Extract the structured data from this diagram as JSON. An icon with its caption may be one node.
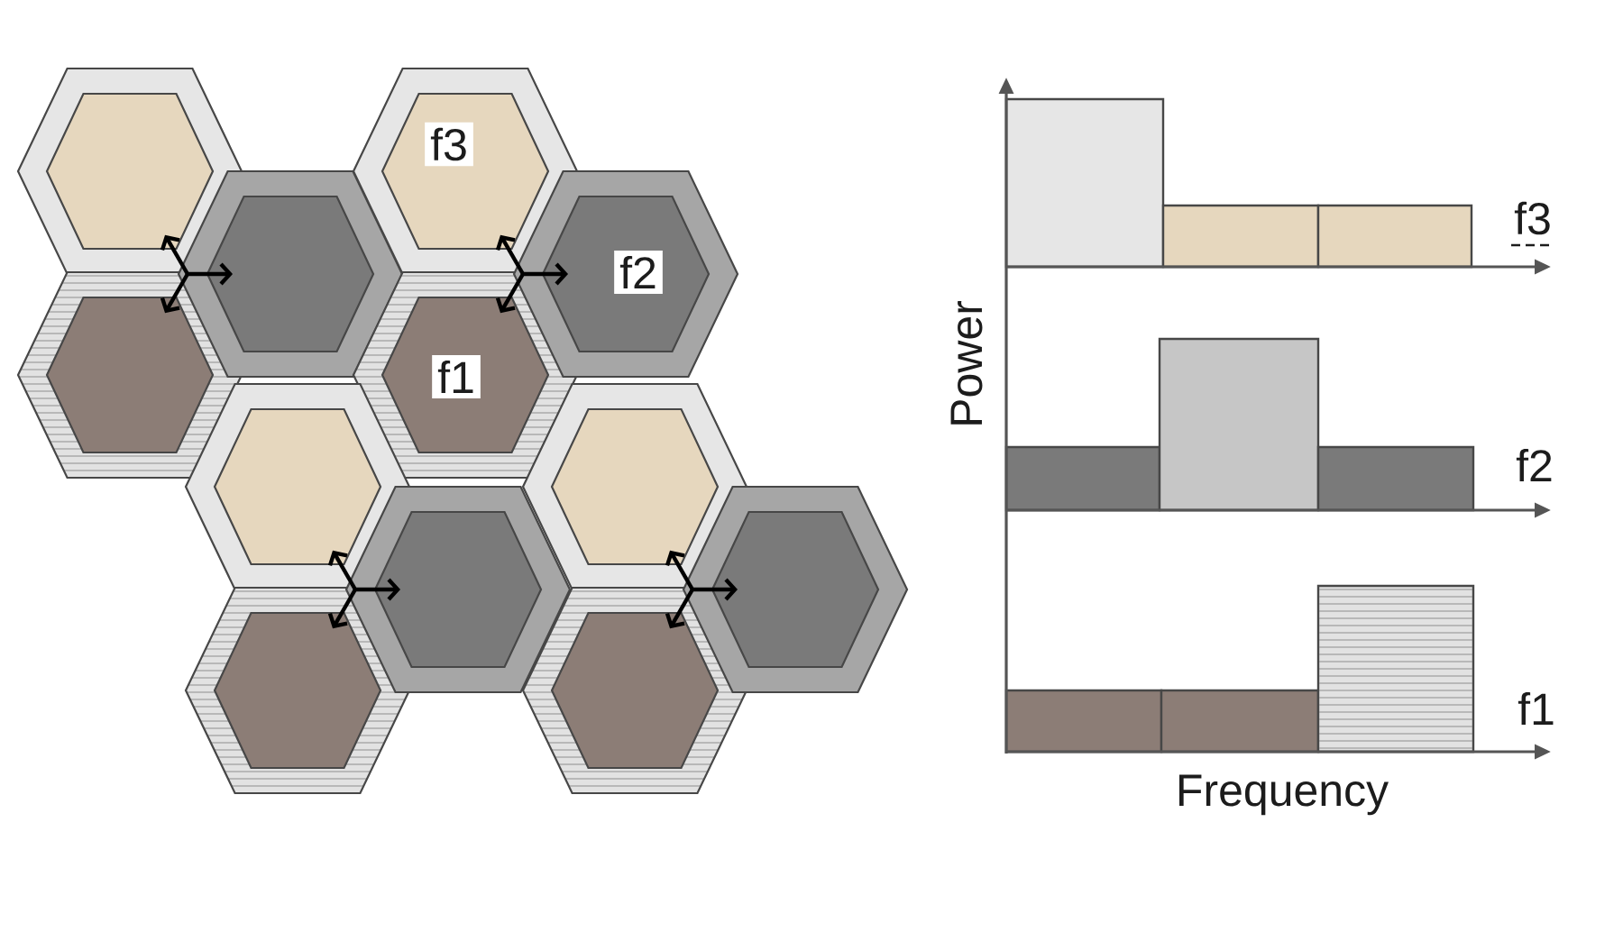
{
  "diagram": {
    "nodes": [
      {
        "text": [],
        "shape": "hexagon"
      },
      {
        "text": [
          "f3"
        ]
      },
      {
        "text": [],
        "shape": "hexagon"
      },
      {
        "text": [
          "f2"
        ]
      },
      {
        "text": [],
        "shape": "hexagon"
      },
      {
        "text": [
          "f1"
        ]
      },
      {
        "text": [],
        "shape": "hexagon"
      },
      {
        "text": [],
        "shape": "hexagon"
      },
      {
        "text": [],
        "shape": "hexagon"
      },
      {
        "text": [],
        "shape": "hexagon"
      },
      {
        "text": [],
        "shape": "hexagon"
      },
      {
        "text": [],
        "shape": "hexagon"
      }
    ],
    "edges": [
      {
        "from": 0,
        "to": null,
        "arrow": "to"
      },
      {
        "from": 2,
        "to": null,
        "arrow": "to"
      },
      {
        "from": 4,
        "to": null,
        "arrow": "to"
      },
      {
        "from": 1,
        "to": null,
        "arrow": "to"
      },
      {
        "from": 3,
        "to": null,
        "arrow": "to"
      },
      {
        "from": 5,
        "to": null,
        "arrow": "to"
      },
      {
        "from": 6,
        "to": null,
        "arrow": "to"
      },
      {
        "from": 8,
        "to": null,
        "arrow": "to"
      },
      {
        "from": 10,
        "to": null,
        "arrow": "to"
      },
      {
        "from": 7,
        "to": null,
        "arrow": "to"
      },
      {
        "from": 9,
        "to": null,
        "arrow": "to"
      },
      {
        "from": 11,
        "to": null,
        "arrow": "to"
      }
    ],
    "labels": [
      "f3",
      "Power",
      "f2",
      "f1",
      "Frequency"
    ]
  }
}
